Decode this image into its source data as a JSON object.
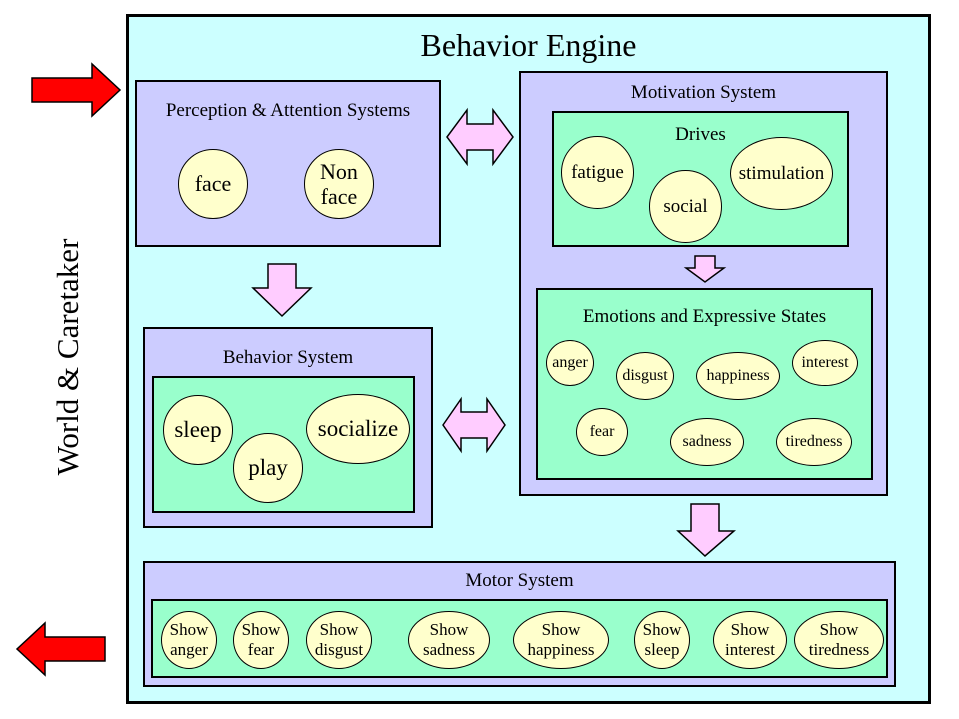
{
  "engine_title": "Behavior Engine",
  "side_label": "World & Caretaker",
  "perception": {
    "title": "Perception & Attention Systems",
    "items": [
      "face",
      "Non\nface"
    ]
  },
  "motivation": {
    "title": "Motivation System",
    "drives": {
      "title": "Drives",
      "items": [
        "fatigue",
        "social",
        "stimulation"
      ]
    },
    "emotions": {
      "title": "Emotions and Expressive States",
      "items": [
        "anger",
        "disgust",
        "happiness",
        "interest",
        "fear",
        "sadness",
        "tiredness"
      ]
    }
  },
  "behavior": {
    "title": "Behavior System",
    "items": [
      "sleep",
      "play",
      "socialize"
    ]
  },
  "motor": {
    "title": "Motor System",
    "items": [
      "Show\nanger",
      "Show\nfear",
      "Show\ndisgust",
      "Show\nsadness",
      "Show\nhappiness",
      "Show\nsleep",
      "Show\ninterest",
      "Show\ntiredness"
    ]
  },
  "colors": {
    "engine_bg": "#ccffff",
    "system_bg": "#ccccff",
    "inner_bg": "#99ffcc",
    "node_bg": "#ffffcc",
    "flow_arrow": "#ffccff",
    "io_arrow": "#ff0000"
  },
  "icons": {
    "input_arrow": "red-arrow-right-icon",
    "output_arrow": "red-arrow-left-icon",
    "flow_arrows": "pink-block-arrow-icon"
  }
}
